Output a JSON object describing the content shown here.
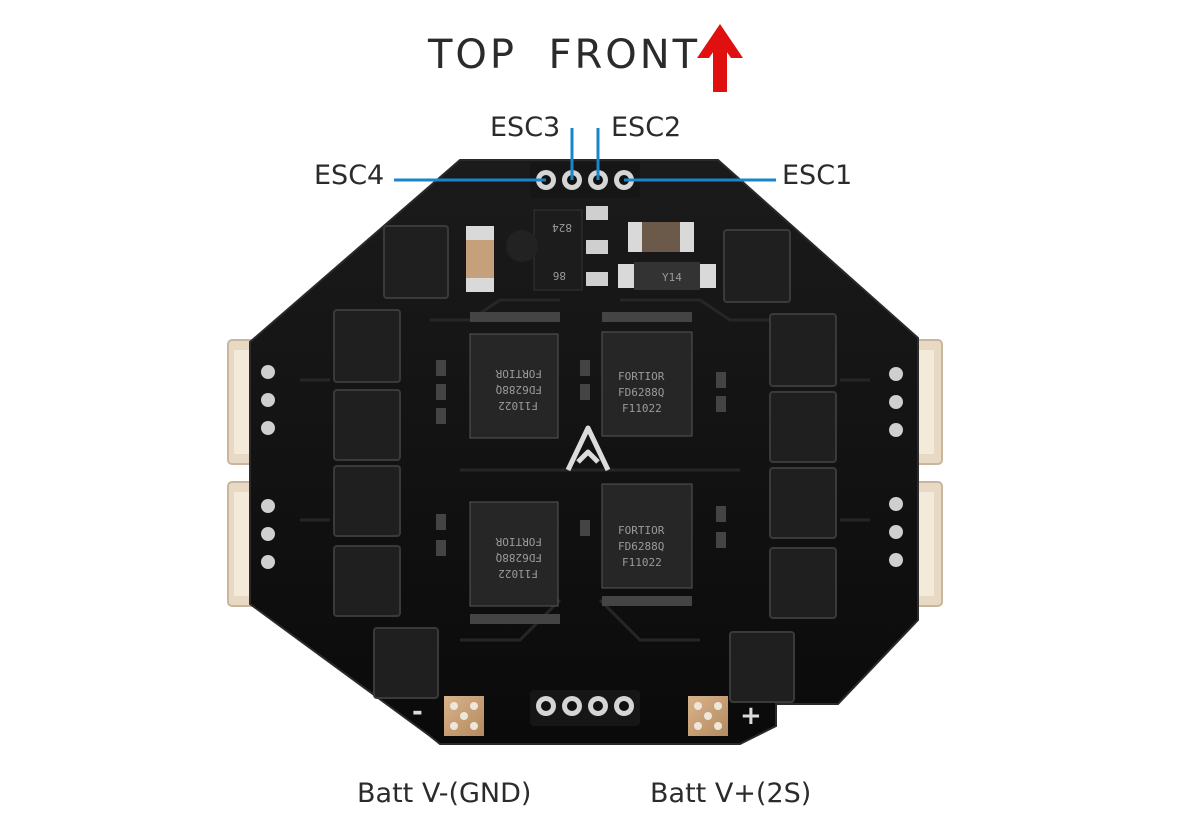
{
  "header": {
    "title": "TOP  FRONT",
    "arrow_color": "#e01010",
    "arrow_icon": "up-arrow-icon"
  },
  "esc_labels": {
    "esc1": "ESC1",
    "esc2": "ESC2",
    "esc3": "ESC3",
    "esc4": "ESC4",
    "leader_color": "#1a86c8"
  },
  "battery_labels": {
    "negative": "Batt V-(GND)",
    "positive": "Batt V+(2S)",
    "minus_sign": "-",
    "plus_sign": "+"
  },
  "chips": {
    "brand": "FORTIOR",
    "model": "FD6288Q",
    "lot": "F11022"
  },
  "components": {
    "regulator_mark_1": "824",
    "regulator_mark_2": "86",
    "diode_mark": "Y14"
  },
  "colors": {
    "board": "#101010",
    "pad": "#c9a27a",
    "connector": "#e8d9c4"
  }
}
